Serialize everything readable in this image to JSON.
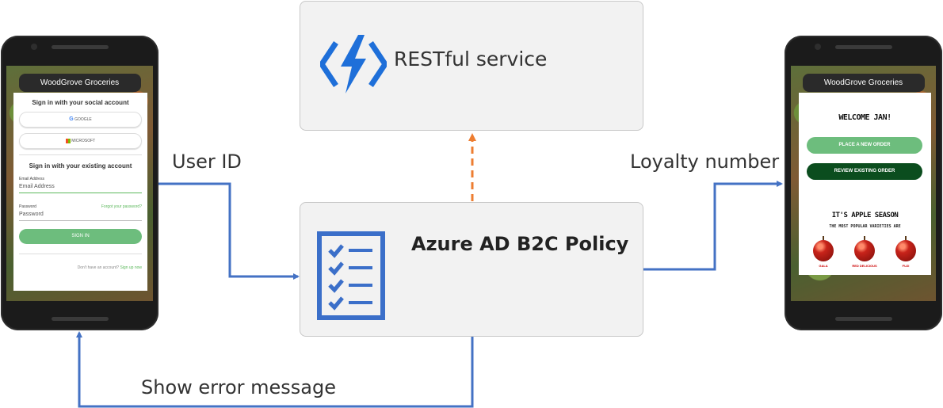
{
  "diagram": {
    "rest_service_label": "RESTful service",
    "policy_label": "Azure AD B2C Policy",
    "flow_user_id": "User ID",
    "flow_loyalty": "Loyalty number",
    "flow_error": "Show error message"
  },
  "colors": {
    "arrow_blue": "#4472c4",
    "arrow_orange": "#ed7d31",
    "icon_blue": "#1e6fd9",
    "doc_blue": "#3b6fc9"
  },
  "phone_left": {
    "app_title": "WoodGrove Groceries",
    "social_heading": "Sign in with your social account",
    "google_label": "GOOGLE",
    "microsoft_label": "MICROSOFT",
    "existing_heading": "Sign in with your existing account",
    "email_label": "Email Address",
    "email_value": "Email Address",
    "password_label": "Password",
    "forgot_link": "Forgot your password?",
    "password_value": "Password",
    "signin_button": "SIGN IN",
    "no_account_text": "Don't have an account?",
    "signup_link": "Sign up now"
  },
  "phone_right": {
    "app_title": "WoodGrove Groceries",
    "welcome": "WELCOME JAN!",
    "place_order_button": "PLACE A NEW ORDER",
    "review_order_button": "REVIEW EXISTING ORDER",
    "apple_title": "IT'S APPLE SEASON",
    "apple_subtitle": "THE MOST POPULAR VARIETIES ARE",
    "apples": [
      "GALA",
      "RED DELICIOUS",
      "FUJI"
    ]
  }
}
